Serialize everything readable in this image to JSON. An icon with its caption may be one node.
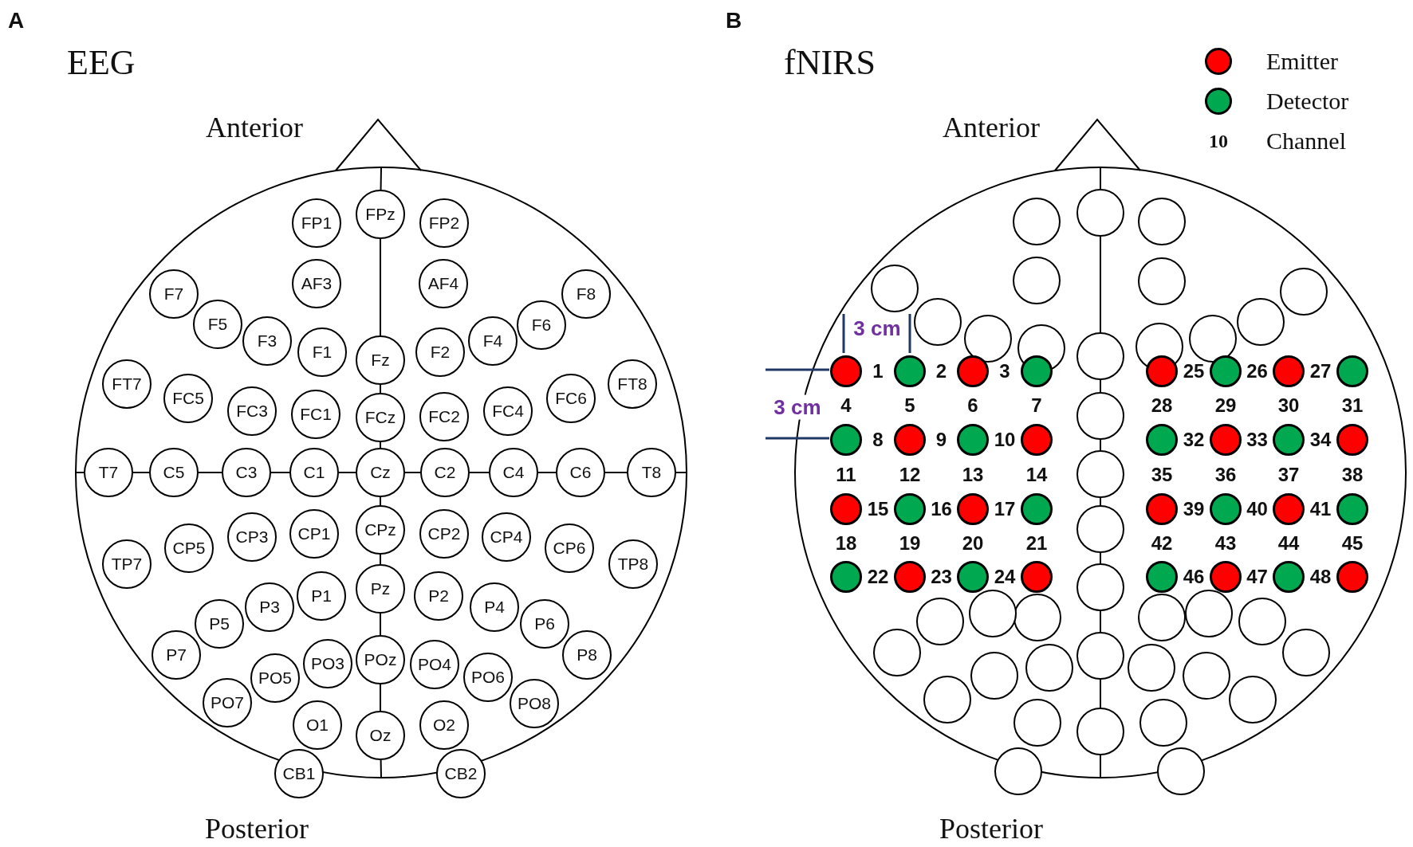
{
  "diagram": {
    "nodes": [
      {
        "text": [
          "FP1"
        ]
      },
      {
        "text": [
          "FPz"
        ]
      },
      {
        "text": [
          "FP2"
        ]
      },
      {
        "text": [
          "AF3"
        ]
      },
      {
        "text": [
          "AF4"
        ]
      },
      {
        "text": [
          "F7"
        ]
      },
      {
        "text": [
          "F5"
        ]
      },
      {
        "text": [
          "F3"
        ]
      },
      {
        "text": [
          "F1"
        ]
      },
      {
        "text": [
          "Fz"
        ]
      },
      {
        "text": [
          "F2"
        ]
      },
      {
        "text": [
          "F4"
        ]
      },
      {
        "text": [
          "F6"
        ]
      },
      {
        "text": [
          "F8"
        ]
      },
      {
        "text": [
          "FT7"
        ]
      },
      {
        "text": [
          "FC5"
        ]
      },
      {
        "text": [
          "FC3"
        ]
      },
      {
        "text": [
          "FC1"
        ]
      },
      {
        "text": [
          "FCz"
        ]
      },
      {
        "text": [
          "FC2"
        ]
      },
      {
        "text": [
          "FC4"
        ]
      },
      {
        "text": [
          "FC6"
        ]
      },
      {
        "text": [
          "FT8"
        ]
      },
      {
        "text": [
          "T7"
        ]
      },
      {
        "text": [
          "C5"
        ]
      },
      {
        "text": [
          "C3"
        ]
      },
      {
        "text": [
          "C1"
        ]
      },
      {
        "text": [
          "Cz"
        ]
      },
      {
        "text": [
          "C2"
        ]
      },
      {
        "text": [
          "C4"
        ]
      },
      {
        "text": [
          "C6"
        ]
      },
      {
        "text": [
          "T8"
        ]
      },
      {
        "text": [
          "TP7"
        ]
      },
      {
        "text": [
          "CP5"
        ]
      },
      {
        "text": [
          "CP3"
        ]
      },
      {
        "text": [
          "CP1"
        ]
      },
      {
        "text": [
          "CPz"
        ]
      },
      {
        "text": [
          "CP2"
        ]
      },
      {
        "text": [
          "CP4"
        ]
      },
      {
        "text": [
          "CP6"
        ]
      },
      {
        "text": [
          "TP8"
        ]
      },
      {
        "text": [
          "P7"
        ]
      },
      {
        "text": [
          "P5"
        ]
      },
      {
        "text": [
          "P3"
        ]
      },
      {
        "text": [
          "P1"
        ]
      },
      {
        "text": [
          "Pz"
        ]
      },
      {
        "text": [
          "P2"
        ]
      },
      {
        "text": [
          "P4"
        ]
      },
      {
        "text": [
          "P6"
        ]
      },
      {
        "text": [
          "P8"
        ]
      },
      {
        "text": [
          "PO7"
        ]
      },
      {
        "text": [
          "PO5"
        ]
      },
      {
        "text": [
          "PO3"
        ]
      },
      {
        "text": [
          "POz"
        ]
      },
      {
        "text": [
          "PO4"
        ]
      },
      {
        "text": [
          "PO6"
        ]
      },
      {
        "text": [
          "PO8"
        ]
      },
      {
        "text": [
          "O1"
        ]
      },
      {
        "text": [
          "Oz"
        ]
      },
      {
        "text": [
          "O2"
        ]
      },
      {
        "text": [
          "CB1"
        ]
      },
      {
        "text": [
          "CB2"
        ]
      },
      {
        "text": [],
        "shape": "circle"
      },
      {
        "text": [],
        "shape": "circle"
      },
      {
        "text": [],
        "shape": "circle"
      },
      {
        "text": [],
        "shape": "circle"
      },
      {
        "text": [],
        "shape": "circle"
      },
      {
        "text": [],
        "shape": "circle"
      },
      {
        "text": [],
        "shape": "circle"
      },
      {
        "text": [],
        "shape": "circle"
      },
      {
        "text": [],
        "shape": "circle"
      },
      {
        "text": [],
        "shape": "circle"
      },
      {
        "text": [],
        "shape": "circle"
      },
      {
        "text": [],
        "shape": "circle"
      },
      {
        "text": [],
        "shape": "circle"
      },
      {
        "text": [],
        "shape": "circle"
      },
      {
        "text": [],
        "shape": "circle"
      },
      {
        "text": [],
        "shape": "circle"
      },
      {
        "text": [],
        "shape": "circle"
      },
      {
        "text": [],
        "shape": "circle"
      },
      {
        "text": [],
        "shape": "circle"
      },
      {
        "text": [],
        "shape": "circle"
      },
      {
        "text": [],
        "shape": "circle"
      },
      {
        "text": [],
        "shape": "circle"
      },
      {
        "text": [],
        "shape": "circle"
      },
      {
        "text": [],
        "shape": "circle"
      },
      {
        "text": [],
        "shape": "circle"
      },
      {
        "text": [],
        "shape": "circle"
      },
      {
        "text": [],
        "shape": "circle"
      },
      {
        "text": [],
        "shape": "circle"
      },
      {
        "text": [],
        "shape": "circle"
      },
      {
        "text": [],
        "shape": "circle"
      },
      {
        "text": [],
        "shape": "circle"
      },
      {
        "text": [],
        "shape": "circle"
      },
      {
        "text": [],
        "shape": "circle"
      },
      {
        "text": [],
        "shape": "circle"
      },
      {
        "text": [],
        "shape": "circle"
      },
      {
        "text": [],
        "shape": "circle"
      },
      {
        "text": [],
        "shape": "circle"
      },
      {
        "text": [],
        "shape": "circle"
      },
      {
        "text": [],
        "shape": "circle"
      },
      {
        "text": [],
        "shape": "circle"
      },
      {
        "text": [],
        "shape": "circle"
      },
      {
        "text": [],
        "shape": "circle"
      },
      {
        "text": [],
        "shape": "circle"
      },
      {
        "text": [],
        "shape": "circle"
      },
      {
        "text": [],
        "shape": "circle"
      },
      {
        "text": [],
        "shape": "circle"
      },
      {
        "text": [],
        "shape": "circle"
      },
      {
        "text": [],
        "shape": "circle"
      },
      {
        "text": [],
        "shape": "circle"
      },
      {
        "text": [],
        "shape": "circle"
      },
      {
        "text": [],
        "shape": "circle"
      },
      {
        "text": [],
        "shape": "circle"
      },
      {
        "text": [],
        "shape": "circle"
      },
      {
        "text": [],
        "shape": "circle"
      },
      {
        "text": [],
        "shape": "circle"
      },
      {
        "text": [],
        "shape": "circle"
      },
      {
        "text": [],
        "shape": "circle"
      },
      {
        "text": [],
        "shape": "circle"
      },
      {
        "text": [],
        "shape": "circle"
      },
      {
        "text": [],
        "shape": "circle"
      },
      {
        "text": [],
        "shape": "circle"
      },
      {
        "text": [],
        "shape": "circle"
      },
      {
        "text": [],
        "shape": "circle"
      },
      {
        "text": [],
        "shape": "circle"
      },
      {
        "text": [],
        "shape": "circle"
      },
      {
        "text": [],
        "shape": "circle"
      },
      {
        "text": [],
        "shape": "circle"
      },
      {
        "text": [],
        "shape": "circle"
      },
      {
        "text": [],
        "shape": "circle"
      },
      {
        "text": [],
        "shape": "circle"
      }
    ],
    "edges": [
      {
        "from": null,
        "to": 1,
        "arrow": "none"
      },
      {
        "from": 1,
        "to": 9,
        "arrow": "none"
      },
      {
        "from": 9,
        "to": 18,
        "arrow": "none"
      },
      {
        "from": 18,
        "to": 27,
        "arrow": "none"
      },
      {
        "from": 27,
        "to": 36,
        "arrow": "none"
      },
      {
        "from": 36,
        "to": 45,
        "arrow": "none"
      },
      {
        "from": 45,
        "to": 53,
        "arrow": "none"
      },
      {
        "from": 53,
        "to": 58,
        "arrow": "none"
      },
      {
        "from": 58,
        "to": null,
        "arrow": "none"
      },
      {
        "from": null,
        "to": 23,
        "arrow": "none"
      },
      {
        "from": 23,
        "to": 24,
        "arrow": "none"
      },
      {
        "from": 24,
        "to": 25,
        "arrow": "none"
      },
      {
        "from": 25,
        "to": 26,
        "arrow": "none"
      },
      {
        "from": 26,
        "to": 27,
        "arrow": "none"
      },
      {
        "from": 27,
        "to": 28,
        "arrow": "none"
      },
      {
        "from": 28,
        "to": 29,
        "arrow": "none"
      },
      {
        "from": 29,
        "to": 30,
        "arrow": "none"
      },
      {
        "from": 30,
        "to": 31,
        "arrow": "none"
      },
      {
        "from": 31,
        "to": null,
        "arrow": "none"
      },
      {
        "from": null,
        "to": 62,
        "arrow": "none"
      },
      {
        "from": 62,
        "to": 75,
        "arrow": "none"
      },
      {
        "from": 75,
        "to": 76,
        "arrow": "none"
      },
      {
        "from": 76,
        "to": 77,
        "arrow": "none"
      },
      {
        "from": 77,
        "to": 78,
        "arrow": "none"
      },
      {
        "from": 78,
        "to": 79,
        "arrow": "none"
      },
      {
        "from": 79,
        "to": 88,
        "arrow": "none"
      },
      {
        "from": 88,
        "to": 97,
        "arrow": "none"
      },
      {
        "from": 97,
        "to": null,
        "arrow": "none"
      }
    ],
    "labels": [
      "A",
      "EEG",
      "Anterior",
      "Posterior",
      "B",
      "fNIRS",
      "Anterior",
      "Posterior",
      "10",
      "3 cm",
      "3 cm",
      "1",
      "2",
      "3",
      "4",
      "5",
      "6",
      "7",
      "8",
      "9",
      "10",
      "11",
      "12",
      "13",
      "14",
      "15",
      "16",
      "17",
      "18",
      "19",
      "20",
      "21",
      "22",
      "23",
      "24",
      "25",
      "26",
      "27",
      "28",
      "29",
      "30",
      "31",
      "32",
      "33",
      "34",
      "35",
      "36",
      "37",
      "38",
      "39",
      "40",
      "41",
      "42",
      "43",
      "44",
      "45",
      "46",
      "47",
      "48"
    ],
    "legend": [
      {
        "text": "Emitter",
        "color": "#ff0000"
      },
      {
        "text": "Detector",
        "color": "#00a84f"
      },
      {
        "text": "Channel"
      }
    ]
  }
}
